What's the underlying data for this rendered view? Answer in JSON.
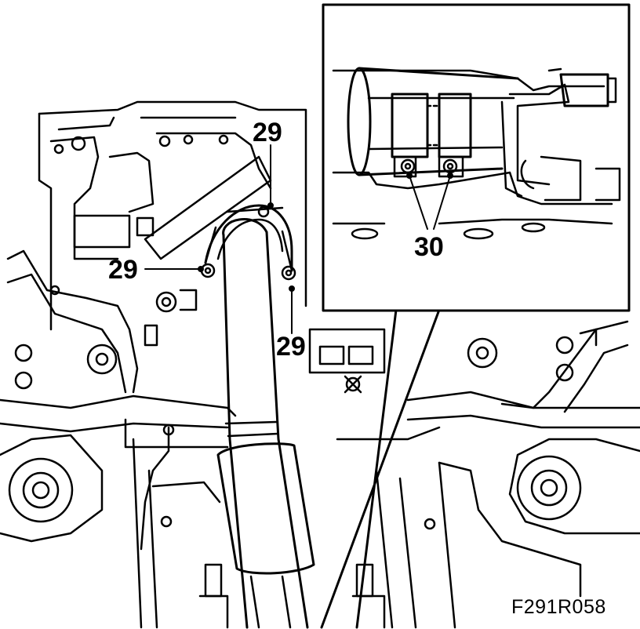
{
  "callouts": {
    "bolt_top": "29",
    "bolt_left": "29",
    "bolt_right": "29",
    "inset_bolts": "30"
  },
  "figure_id": "F291R058"
}
